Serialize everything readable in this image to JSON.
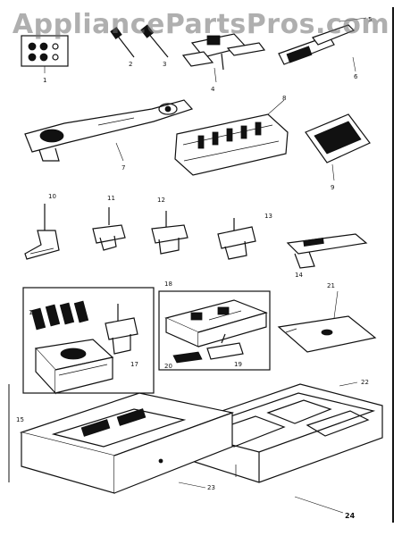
{
  "watermark": "AppliancePartsPros.com",
  "callouts": {
    "c1": "1",
    "c2": "2",
    "c3": "3",
    "c4": "4",
    "c5": "5",
    "c6": "6",
    "c7": "7",
    "c8": "8",
    "c9": "9",
    "c10": "10",
    "c11": "11",
    "c12": "12",
    "c13": "13",
    "c14": "14",
    "c15": "15",
    "c16": "16",
    "c17": "17",
    "c18": "18",
    "c19": "19",
    "c20": "20",
    "c21": "21",
    "c22": "22",
    "c23": "23",
    "c24": "24"
  }
}
